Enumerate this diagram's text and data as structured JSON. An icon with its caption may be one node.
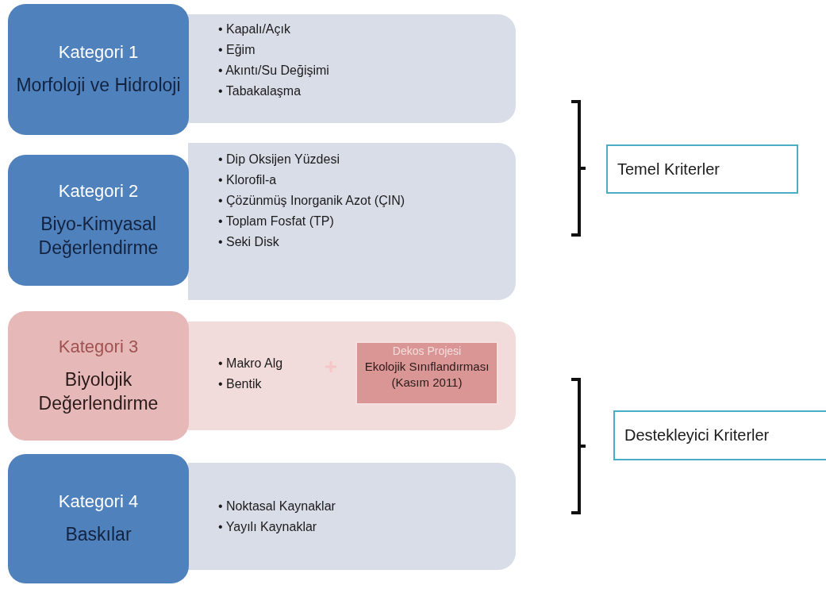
{
  "diagram": {
    "nodes": [
      {
        "text": [
          "Kategori 1",
          "Morfoloji ve Hidroloji"
        ]
      },
      {
        "text": [
          "• Kapalı/Açık",
          "• Eğim",
          "• Akıntı/Su Değişimi",
          "• Tabakalaşma"
        ]
      },
      {
        "text": [
          "Kategori 2",
          "Biyo-Kimyasal Değerlendirme"
        ]
      },
      {
        "text": [
          "• Dip Oksijen Yüzdesi",
          "• Klorofil-a",
          "• Çözünmüş Inorganik Azot (ÇIN)",
          "• Toplam Fosfat (TP)",
          "• Seki Disk"
        ]
      },
      {
        "text": [
          "Kategori 3",
          "Biyolojik Değerlendirme"
        ]
      },
      {
        "text": [
          "• Makro Alg",
          "• Bentik"
        ]
      },
      {
        "text": [
          "Dekos Projesi",
          "Ekolojik Sınıflandırması (Kasım 2011)"
        ],
        "in": 5
      },
      {
        "text": [
          "Kategori 4",
          "Baskılar"
        ]
      },
      {
        "text": [
          "• Noktasal Kaynaklar",
          "• Yayılı Kaynaklar"
        ]
      },
      {
        "text": [
          "Temel Kriterler"
        ]
      },
      {
        "text": [
          "Destekleyici Kriterler"
        ]
      }
    ],
    "edges": []
  }
}
